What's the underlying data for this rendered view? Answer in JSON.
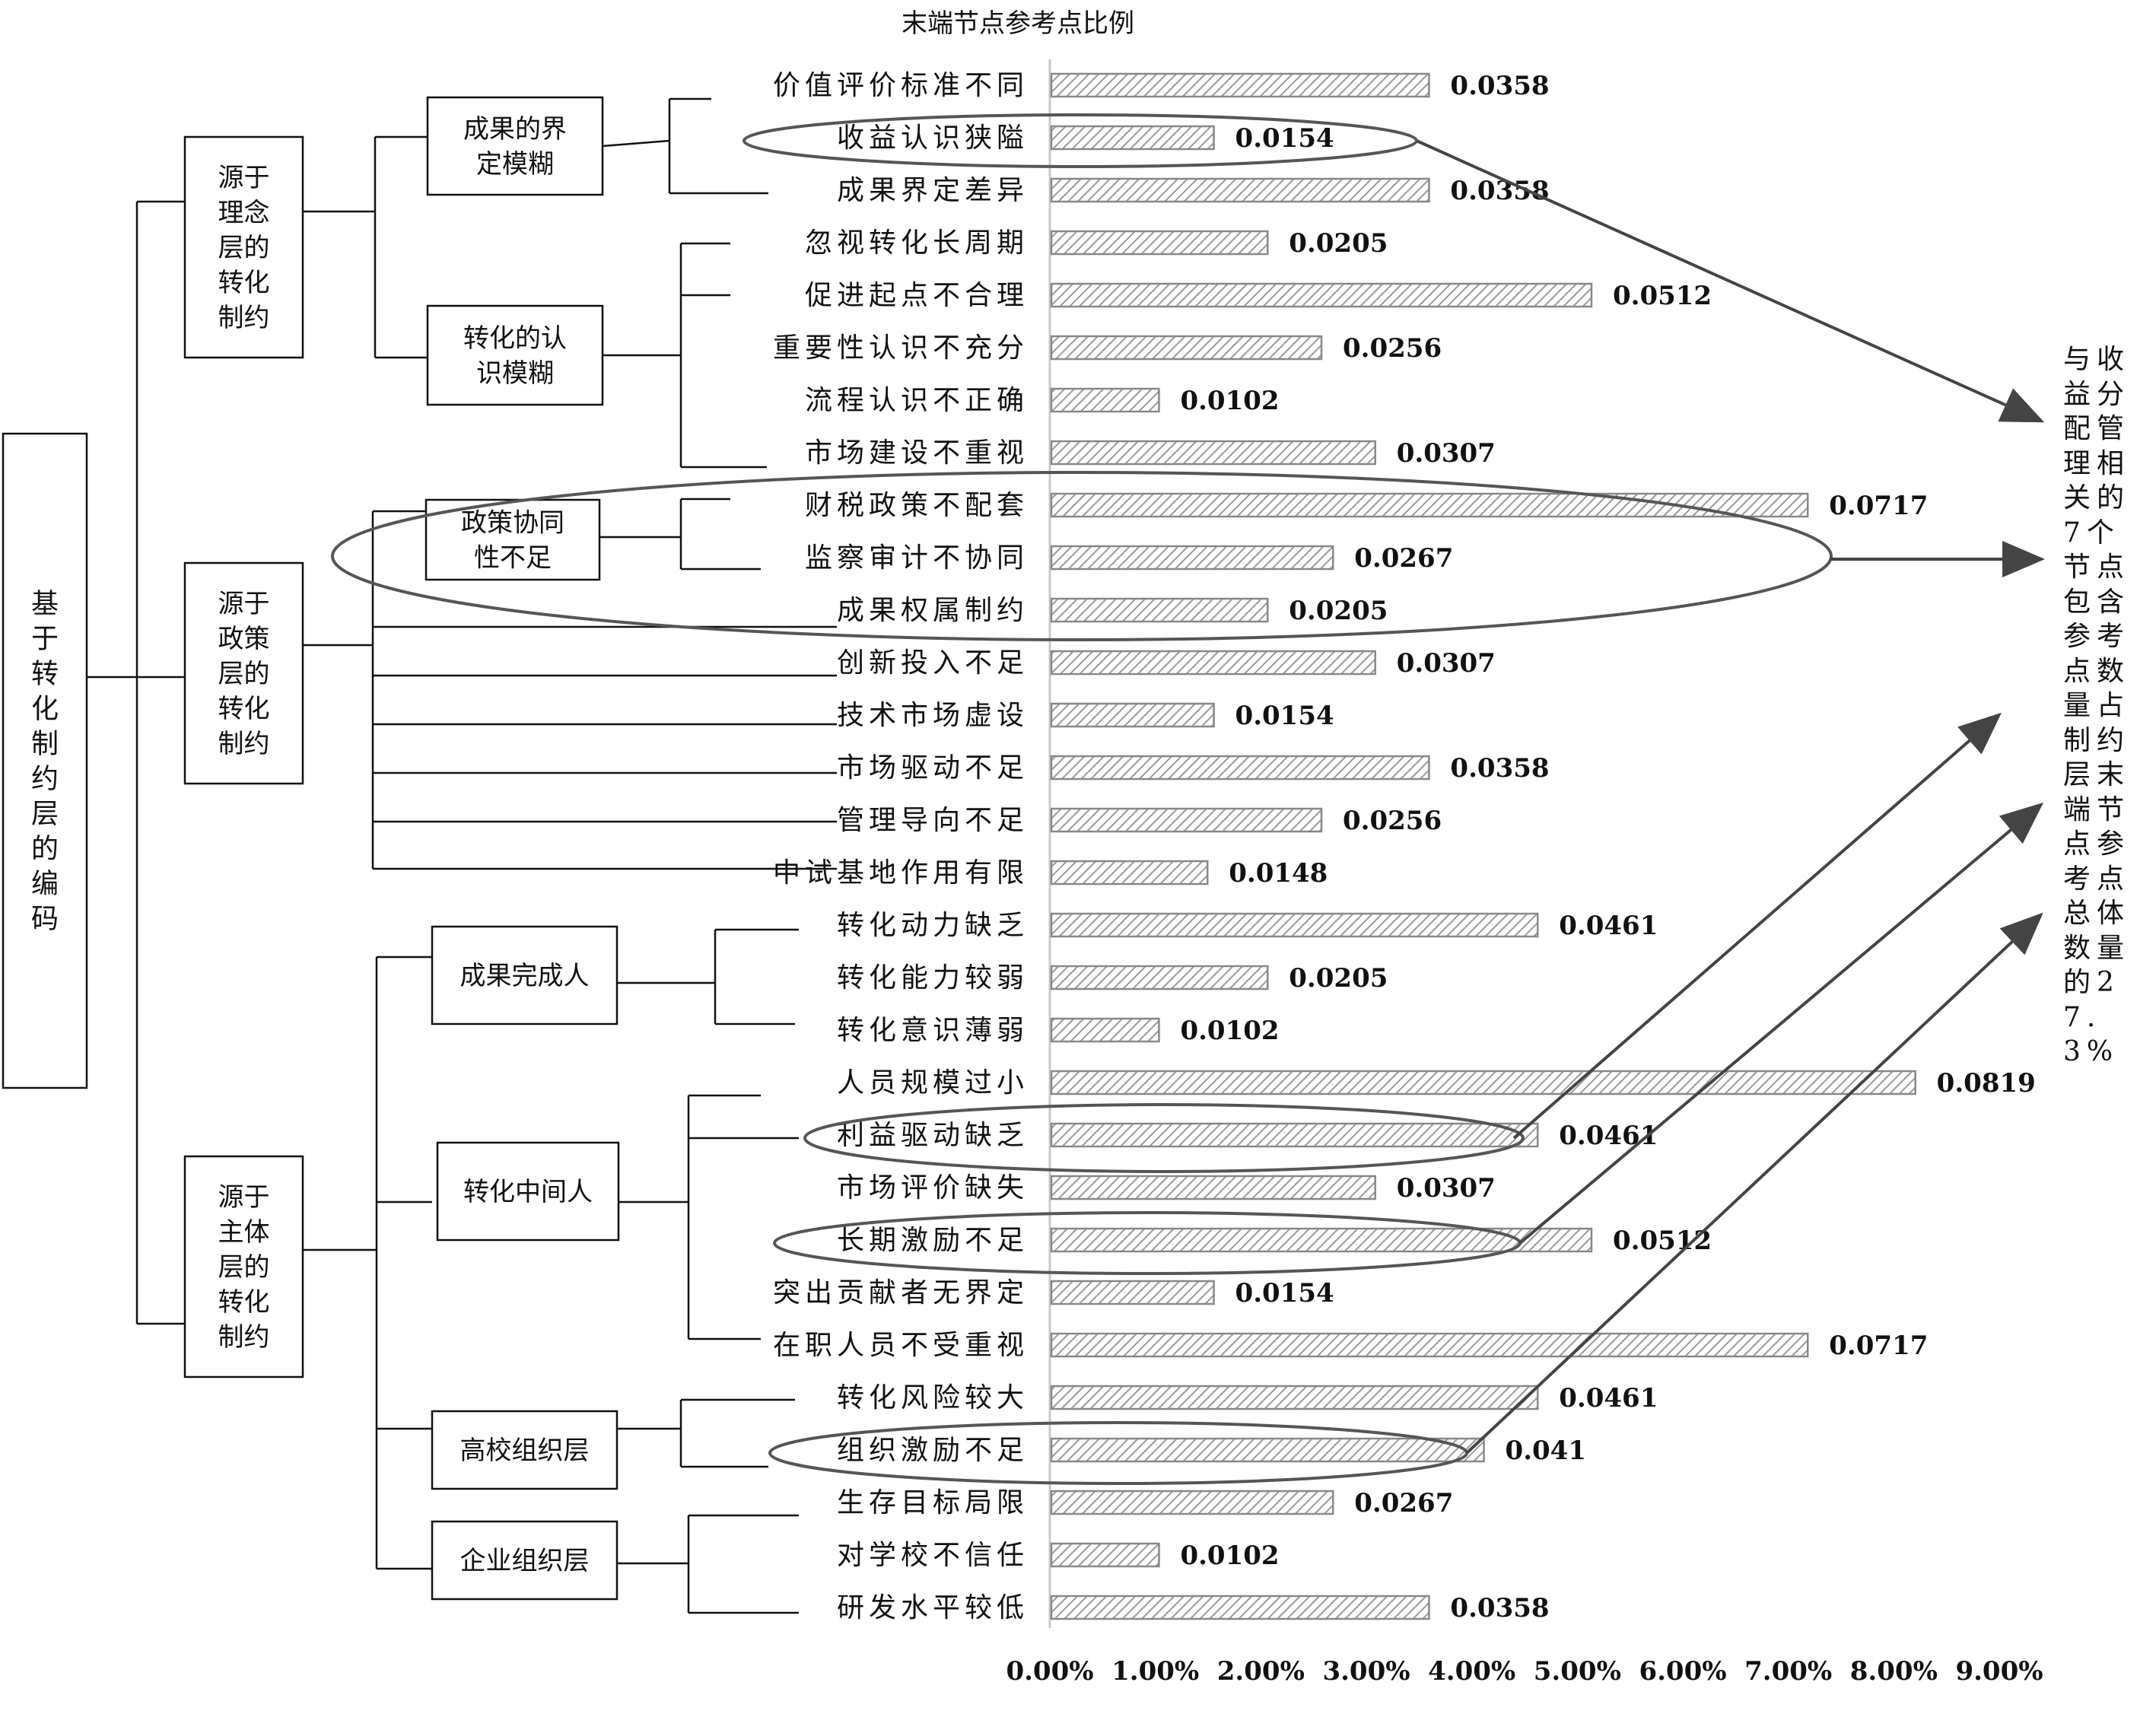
{
  "chart_data": {
    "type": "bar",
    "orientation": "horizontal",
    "title": "末端节点参考点比例",
    "categories": [
      "价值评价标准不同",
      "收益认识狭隘",
      "成果界定差异",
      "忽视转化长周期",
      "促进起点不合理",
      "重要性认识不充分",
      "流程认识不正确",
      "市场建设不重视",
      "财税政策不配套",
      "监察审计不协同",
      "成果权属制约",
      "创新投入不足",
      "技术市场虚设",
      "市场驱动不足",
      "管理导向不足",
      "中试基地作用有限",
      "转化动力缺乏",
      "转化能力较弱",
      "转化意识薄弱",
      "人员规模过小",
      "利益驱动缺乏",
      "市场评价缺失",
      "长期激励不足",
      "突出贡献者无界定",
      "在职人员不受重视",
      "转化风险较大",
      "组织激励不足",
      "生存目标局限",
      "对学校不信任",
      "研发水平较低"
    ],
    "values": [
      0.0358,
      0.0154,
      0.0358,
      0.0205,
      0.0512,
      0.0256,
      0.0102,
      0.0307,
      0.0717,
      0.0267,
      0.0205,
      0.0307,
      0.0154,
      0.0358,
      0.0256,
      0.0148,
      0.0461,
      0.0205,
      0.0102,
      0.0819,
      0.0461,
      0.0307,
      0.0512,
      0.0154,
      0.0717,
      0.0461,
      0.041,
      0.0267,
      0.0102,
      0.0358
    ],
    "value_labels": [
      "0.0358",
      "0.0154",
      "0.0358",
      "0.0205",
      "0.0512",
      "0.0256",
      "0.0102",
      "0.0307",
      "0.0717",
      "0.0267",
      "0.0205",
      "0.0307",
      "0.0154",
      "0.0358",
      "0.0256",
      "0.0148",
      "0.0461",
      "0.0205",
      "0.0102",
      "0.0819",
      "0.0461",
      "0.0307",
      "0.0512",
      "0.0154",
      "0.0717",
      "0.0461",
      "0.041",
      "0.0267",
      "0.0102",
      "0.0358"
    ],
    "xlim": [
      0,
      0.09
    ],
    "x_ticks": [
      "0.00%",
      "1.00%",
      "2.00%",
      "3.00%",
      "4.00%",
      "5.00%",
      "6.00%",
      "7.00%",
      "8.00%",
      "9.00%"
    ],
    "grid": false,
    "bar_fill": "hatched-grey"
  },
  "tree": {
    "root": "基于转化制约层的编码",
    "level1": [
      {
        "label": "源于理念层的转化制约"
      },
      {
        "label": "源于政策层的转化制约"
      },
      {
        "label": "源于主体层的转化制约"
      }
    ],
    "level2": [
      {
        "label": "成果的界定模糊"
      },
      {
        "label": "转化的认识模糊"
      },
      {
        "label": "政策协同性不足"
      },
      {
        "label": "成果完成人"
      },
      {
        "label": "转化中间人"
      },
      {
        "label": "高校组织层"
      },
      {
        "label": "企业组织层"
      }
    ]
  },
  "annotation": {
    "text": "与收益分配管理相关的7个节点包含参考点数量占制约层末端节点参考点总体数量的27.3%",
    "highlighted": [
      "收益认识狭隘",
      "财税政策不配套",
      "监察审计不协同",
      "成果权属制约",
      "利益驱动缺乏",
      "长期激励不足",
      "组织激励不足"
    ]
  },
  "colors": {
    "ink": "#111111",
    "bar_stroke": "#888888",
    "bar_hatch": "#9a9a9a",
    "axis": "#c8c8c8"
  }
}
